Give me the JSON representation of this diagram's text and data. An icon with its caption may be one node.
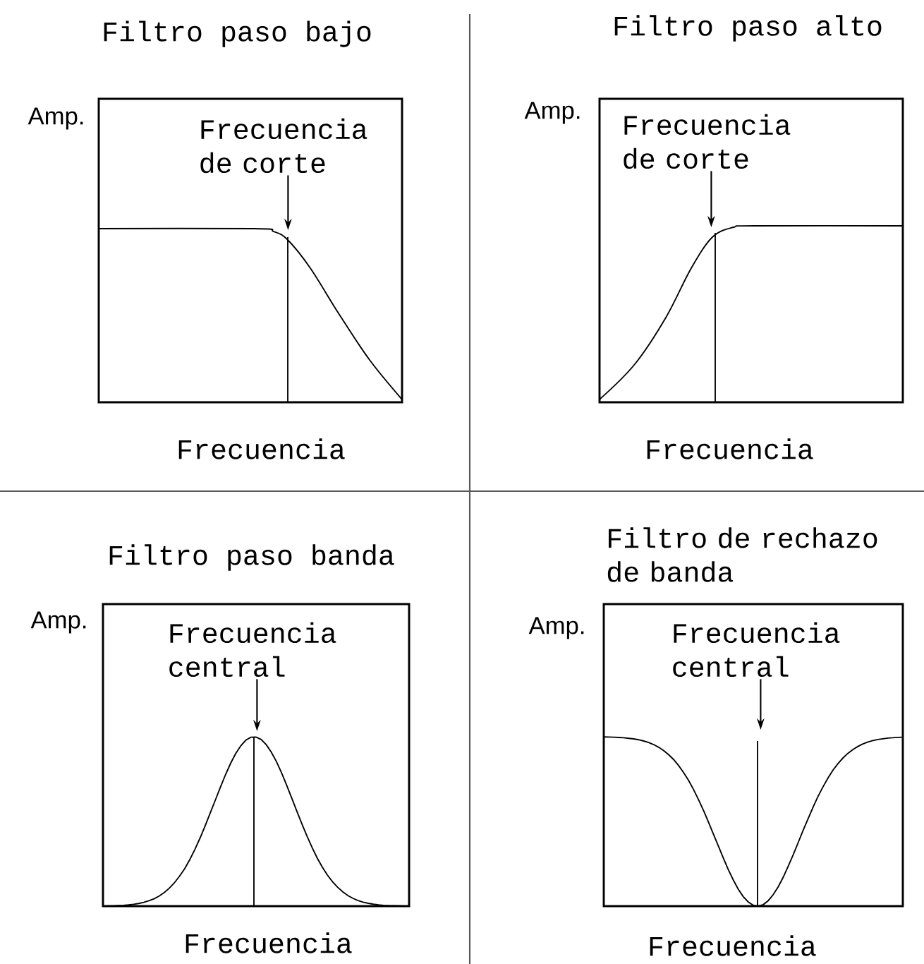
{
  "diagram": {
    "nodes": [
      {
        "text": [],
        "shape": "box"
      },
      {
        "text": [
          "Frecuencia de corte"
        ],
        "in": 0
      },
      {
        "text": [],
        "shape": "curve",
        "in": 0
      },
      {
        "text": [],
        "shape": "box"
      },
      {
        "text": [
          "Frecuencia de corte"
        ],
        "in": 3
      },
      {
        "text": [],
        "shape": "curve",
        "in": 3
      },
      {
        "text": [],
        "shape": "box"
      },
      {
        "text": [
          "Frecuencia central"
        ],
        "in": 6
      },
      {
        "text": [],
        "shape": "curve",
        "in": 6
      },
      {
        "text": [],
        "shape": "box"
      },
      {
        "text": [
          "Frecuencia central"
        ],
        "in": 9
      },
      {
        "text": [],
        "shape": "curve",
        "in": 9
      }
    ],
    "edges": [
      {
        "from": 1,
        "to": 2,
        "arrow": "to"
      },
      {
        "from": 4,
        "to": 5,
        "arrow": "to"
      },
      {
        "from": 7,
        "to": 8,
        "arrow": "to"
      },
      {
        "from": 10,
        "to": 11,
        "arrow": "to"
      }
    ],
    "labels": [
      "Filtro paso bajo",
      "Filtro paso alto",
      "Amp.",
      "Amp.",
      "Frecuencia",
      "Frecuencia",
      "Filtro paso banda",
      "Filtro de rechazo de banda",
      "Amp.",
      "Amp.",
      "Frecuencia",
      "Frecuencia"
    ]
  }
}
